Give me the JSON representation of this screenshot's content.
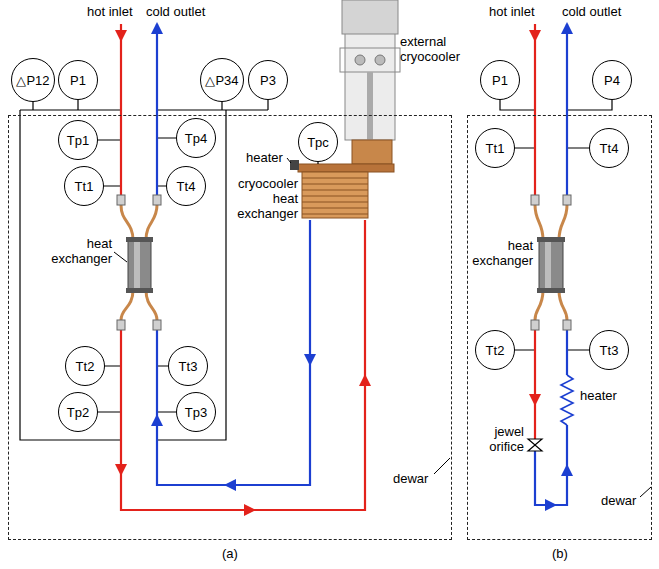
{
  "diagram": {
    "nodes": [
      {
        "text": [
          "△P12"
        ]
      },
      {
        "text": [
          "P1"
        ]
      },
      {
        "text": [
          "△P34"
        ]
      },
      {
        "text": [
          "P3"
        ]
      },
      {
        "text": [
          "dewar"
        ]
      },
      {
        "text": [
          "Tp1"
        ],
        "in": 4
      },
      {
        "text": [
          "Tt1"
        ],
        "in": 4
      },
      {
        "text": [
          "Tp4"
        ],
        "in": 4
      },
      {
        "text": [
          "Tt4"
        ],
        "in": 4
      },
      {
        "text": [
          "Tpc"
        ],
        "in": 4
      },
      {
        "text": [
          "Tt2"
        ],
        "in": 4
      },
      {
        "text": [
          "Tp2"
        ],
        "in": 4
      },
      {
        "text": [
          "Tt3"
        ],
        "in": 4
      },
      {
        "text": [
          "Tp3"
        ],
        "in": 4
      },
      {
        "text": [
          "P1"
        ]
      },
      {
        "text": [
          "P4"
        ]
      },
      {
        "text": [
          "dewar"
        ]
      },
      {
        "text": [
          "Tt1"
        ],
        "in": 16
      },
      {
        "text": [
          "Tt4"
        ],
        "in": 16
      },
      {
        "text": [
          "Tt2"
        ],
        "in": 16
      },
      {
        "text": [
          "Tt3"
        ],
        "in": 16
      }
    ],
    "labels": [
      "hot inlet",
      "cold outlet",
      "external cryocooler",
      "heater",
      "cryocooler heat exchanger",
      "heat exchanger",
      "(a)",
      "hot inlet",
      "cold outlet",
      "heat exchanger",
      "jewel orifice",
      "heater",
      "(b)"
    ]
  }
}
